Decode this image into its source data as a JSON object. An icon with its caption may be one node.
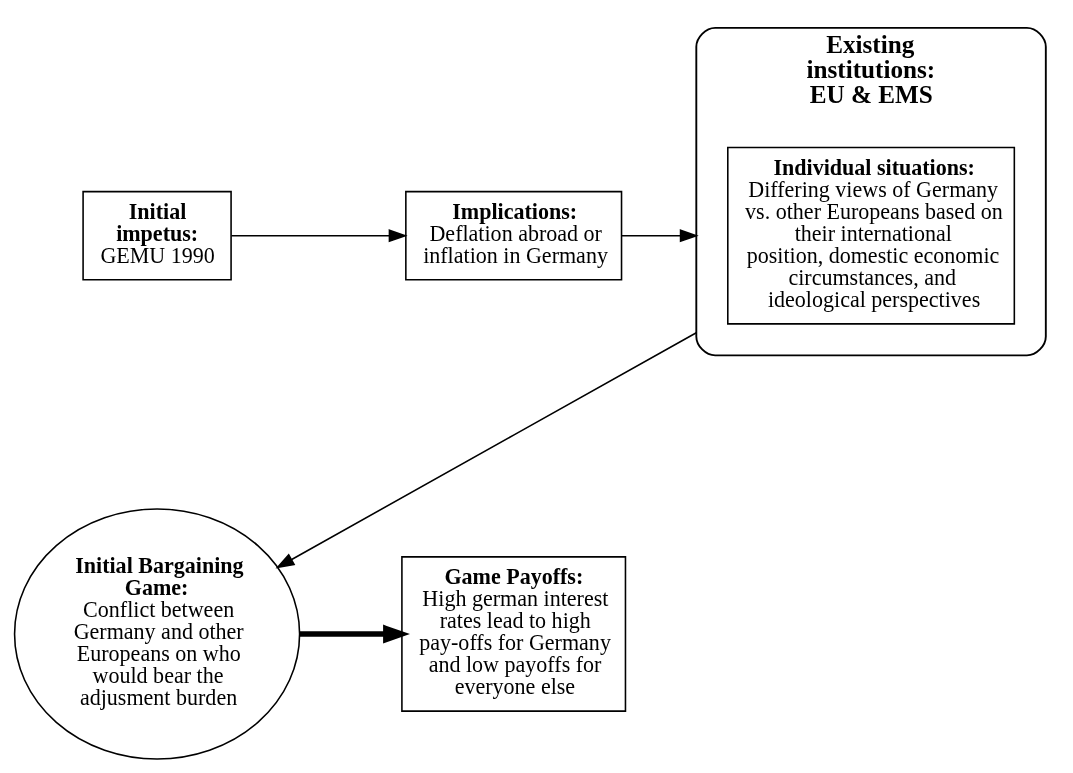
{
  "diagram": {
    "nodes": [
      {
        "text": [
          "Initial impetus:",
          "GEMU 1990"
        ]
      },
      {
        "text": [
          "Implications:",
          "Deflation abroad or inflation in Germany"
        ]
      },
      {
        "text": [
          "Existing institutions: EU & EMS"
        ]
      },
      {
        "text": [
          "Individual situations:",
          "Differing views of Germany vs. other Europeans based on their international position, domestic economic circumstances, and ideological perspectives"
        ],
        "in": 2
      },
      {
        "text": [
          "Initial Bargaining Game:",
          "Conflict between Germany and other Europeans on who would bear the adjusment burden"
        ]
      },
      {
        "text": [
          "Game Payoffs:",
          "High german interest rates lead to high pay-offs for Germany and low payoffs for everyone else"
        ]
      }
    ],
    "edges": [
      {
        "from": 0,
        "to": 1,
        "arrow": "to"
      },
      {
        "from": 1,
        "to": 2,
        "arrow": "to"
      },
      {
        "from": 2,
        "to": 4,
        "arrow": "to"
      },
      {
        "from": 4,
        "to": 5,
        "arrow": "to",
        "style": "thick"
      }
    ]
  }
}
